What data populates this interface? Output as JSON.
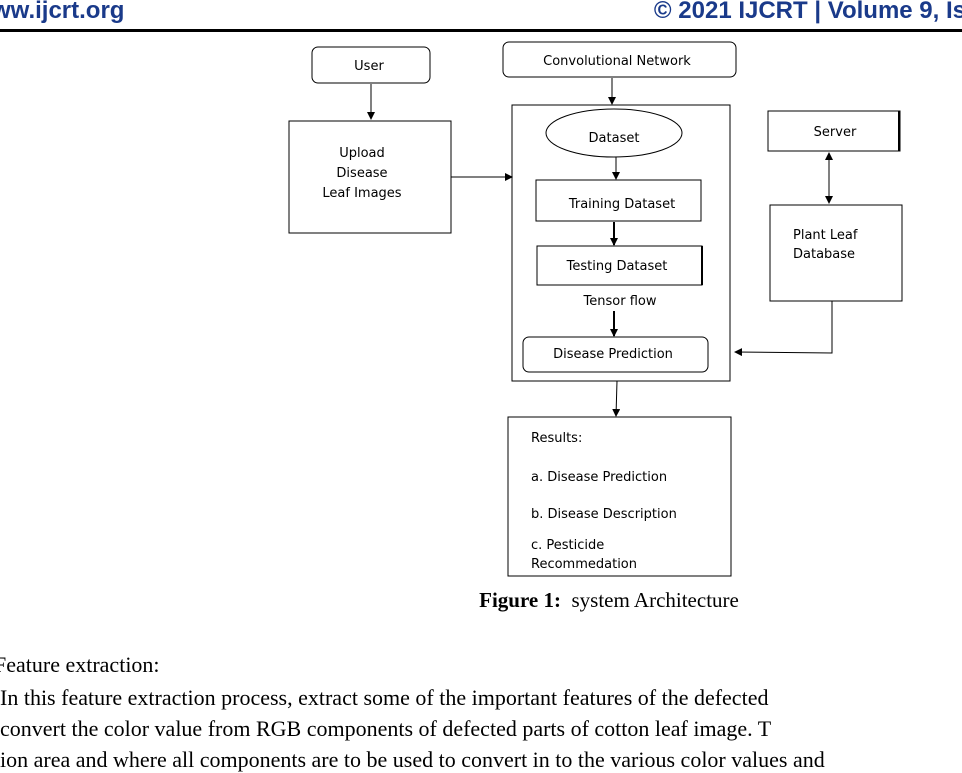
{
  "header": {
    "site": "ww.ijcrt.org",
    "issue": "© 2021 IJCRT | Volume 9, Is"
  },
  "diagram": {
    "user": "User",
    "upload": [
      "Upload",
      "Disease",
      "Leaf Images"
    ],
    "convnet": "Convolutional Network",
    "dataset": "Dataset",
    "training": "Training Dataset",
    "testing": "Testing Dataset",
    "tensorflow": "Tensor flow",
    "prediction": "Disease Prediction",
    "server": "Server",
    "plantdb": [
      "Plant Leaf",
      "Database"
    ],
    "results": [
      "Results:",
      "a. Disease Prediction",
      "b. Disease Description",
      "c. Pesticide",
      "Recommedation"
    ]
  },
  "caption": {
    "label": "Figure 1:",
    "text": "system Architecture"
  },
  "body": {
    "heading": "Feature extraction:",
    "line1": "In this feature extraction process, extract some of the important features of the defected",
    "line2": "convert the color value from RGB components of defected parts of cotton leaf image. T",
    "line3": "ion area and where all components are to be used to convert in to the various color values and"
  }
}
